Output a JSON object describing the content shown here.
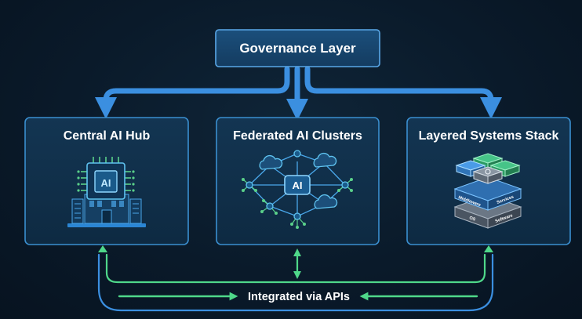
{
  "governance": {
    "label": "Governance Layer"
  },
  "panels": [
    {
      "title": "Central AI Hub"
    },
    {
      "title": "Federated AI Clusters"
    },
    {
      "title": "Layered Systems Stack"
    }
  ],
  "icons": {
    "chip_label": "AI",
    "cluster_label": "AI",
    "stack_labels": [
      "Middleware",
      "Services",
      "OS",
      "Software"
    ]
  },
  "footer": {
    "label": "Integrated via APIs"
  },
  "colors": {
    "background": "#0a1a2a",
    "panel_fill": "#113049",
    "panel_border": "#3a8fd0",
    "arrow_blue": "#3b8fe0",
    "arrow_green": "#4fd88a",
    "text": "#ffffff",
    "accent_cyan": "#5fc3f0"
  }
}
